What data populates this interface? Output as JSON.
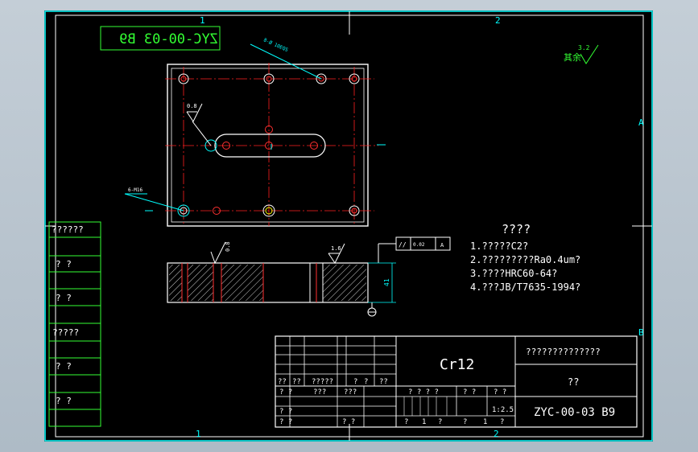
{
  "zone_labels": {
    "top_1": "1",
    "top_2": "2",
    "bottom_1": "1",
    "bottom_2": "2",
    "right_a": "A",
    "right_b": "B"
  },
  "part_code_mirrored": "ZYC-00-03 B9",
  "roughness_general": {
    "label": "其余",
    "value": "3.2"
  },
  "callouts": {
    "holes_top": "8-Ø 10EQS",
    "holes_left": "6-M16",
    "roughness_slot": "0.8",
    "roughness_section_a": "0.8",
    "roughness_section_b": "1.6",
    "height_dim": "41"
  },
  "tolerance_frame": {
    "symbol": "//",
    "value": "0.02",
    "datum": "A"
  },
  "tech_requirements": {
    "title": "????",
    "items": [
      "1.?????C2?",
      "2.?????????Ra0.4um?",
      "3.????HRC60-64?",
      "4.???JB/T7635-1994?"
    ]
  },
  "left_column": [
    "??????",
    "?  ?",
    "?  ?",
    "?????",
    "?  ?",
    "?  ?"
  ],
  "title_block": {
    "material": "Cr12",
    "company": "??????????????",
    "part_name": "??",
    "drawing_no": "ZYC-00-03 B9",
    "scale": "1:2.5",
    "revision_row": [
      "??",
      "??",
      "?????",
      "?",
      "?",
      "??"
    ],
    "sign_row_1": [
      "?  ?",
      "???",
      "???"
    ],
    "sign_row_2": [
      "?  ?"
    ],
    "sign_row_3": [
      "?  ?",
      "?  ?"
    ],
    "stage_header": [
      "?  ?  ?  ?",
      "?  ?",
      "?  ?"
    ],
    "sheet_row": [
      "?",
      "1",
      "?",
      "?",
      "1",
      "?"
    ]
  },
  "colors": {
    "frame": "#ffffff",
    "border": "#00ffff",
    "outline": "#ffffff",
    "centerline": "#ff2020",
    "hatch": "#ffffff",
    "hole": "#ff3030",
    "dimension": "#00ffff",
    "text_green": "#33ff33",
    "text_yellow": "#ffff00",
    "background": "#000000"
  }
}
